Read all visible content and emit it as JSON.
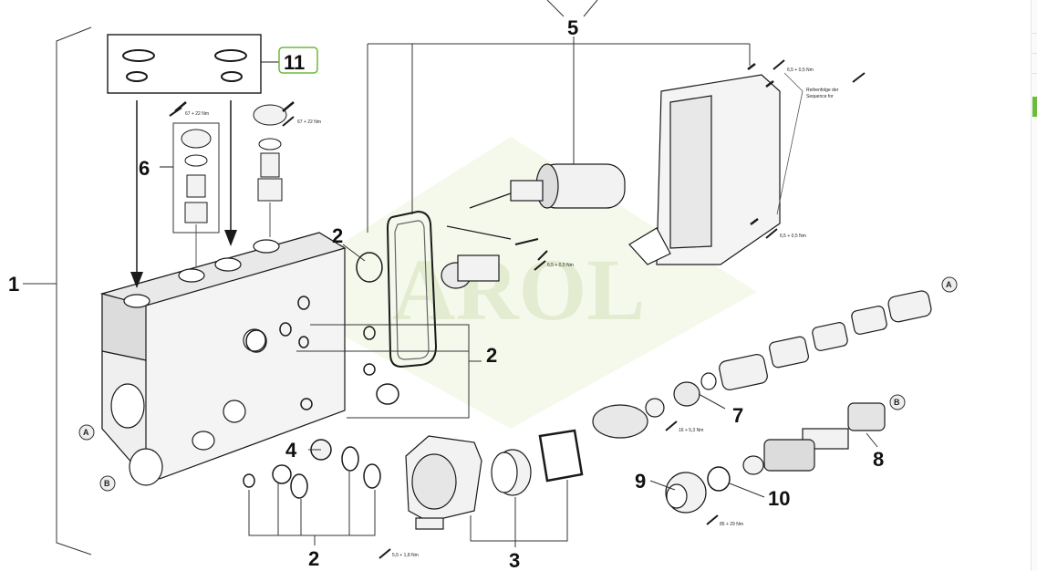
{
  "diagram": {
    "watermark": "AROL",
    "callouts": {
      "c1": "1",
      "c2a": "2",
      "c2b": "2",
      "c2c": "2",
      "c3": "3",
      "c4": "4",
      "c5": "5",
      "c6": "6",
      "c7": "7",
      "c8": "8",
      "c9": "9",
      "c10": "10",
      "c11": "11"
    },
    "torque_labels": {
      "t6a": "67 + 22 Nm",
      "t6b": "67 + 22 Nm",
      "t_solenoid": "6,5 + 0,5 Nm",
      "t_cover_top": "6,5 + 0,5 Nm",
      "t_cover_bottom": "6,5 + 0,5 Nm",
      "t7": "16 + 5,3 Nm",
      "t3": "5,5 + 1,8 Nm",
      "t10": "85 + 29 Nm"
    },
    "note_lines": [
      "Reihenfolge der",
      "Sequence for"
    ],
    "markers": {
      "a_left": "A",
      "b_left": "B",
      "a_right": "A",
      "b_right": "B"
    }
  },
  "colors": {
    "line": "#1a1a1a",
    "part_fill": "#f2f2f2",
    "watermark": "#e3ecd0",
    "highlight": "#6dbb3b"
  }
}
